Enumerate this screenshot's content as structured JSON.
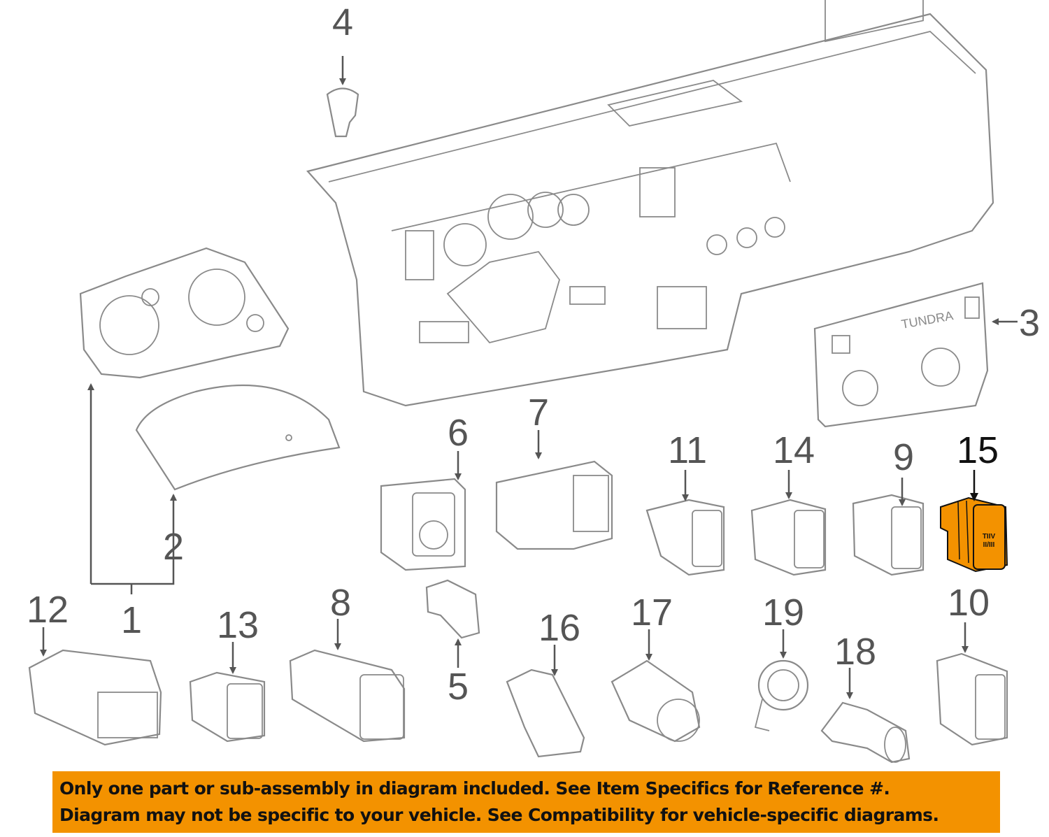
{
  "diagram": {
    "highlighted_part": "15",
    "highlight_color": "#f39200",
    "callouts": [
      "1",
      "2",
      "3",
      "4",
      "5",
      "6",
      "7",
      "8",
      "9",
      "10",
      "11",
      "12",
      "13",
      "14",
      "15",
      "16",
      "17",
      "18",
      "19"
    ],
    "climate_panel_label": "TUNDRA",
    "part15_label_line1": "TIIV",
    "part15_label_line2": "II/III"
  },
  "banner": {
    "line1": "Only one part or sub-assembly in diagram included. See Item Specifics for Reference #.",
    "line2": "Diagram may not be specific to your vehicle. See Compatibility for vehicle-specific diagrams.",
    "background": "#f39200"
  }
}
